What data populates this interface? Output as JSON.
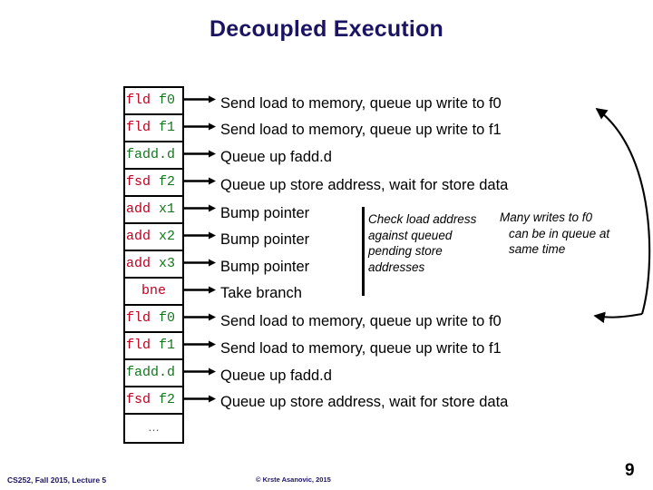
{
  "slide": {
    "title": "Decoupled Execution",
    "page_number": "9"
  },
  "footer": {
    "left": "CS252, Fall 2015, Lecture 5",
    "center": "© Krste Asanovic, 2015"
  },
  "instruction_table": {
    "rows": [
      {
        "op": "fld",
        "reg": "f0",
        "align": "left",
        "kind": "split"
      },
      {
        "op": "fld",
        "reg": "f1",
        "align": "left",
        "kind": "split"
      },
      {
        "op": "fadd.d",
        "reg": "",
        "align": "left",
        "kind": "wide"
      },
      {
        "op": "fsd",
        "reg": "f2",
        "align": "left",
        "kind": "split"
      },
      {
        "op": "add",
        "reg": "x1",
        "align": "left",
        "kind": "split"
      },
      {
        "op": "add",
        "reg": "x2",
        "align": "left",
        "kind": "split"
      },
      {
        "op": "add",
        "reg": "x3",
        "align": "left",
        "kind": "split"
      },
      {
        "op": "bne",
        "reg": "",
        "align": "center",
        "kind": "center"
      },
      {
        "op": "fld",
        "reg": "f0",
        "align": "left",
        "kind": "split"
      },
      {
        "op": "fld",
        "reg": "f1",
        "align": "left",
        "kind": "split"
      },
      {
        "op": "fadd.d",
        "reg": "",
        "align": "left",
        "kind": "wide"
      },
      {
        "op": "fsd",
        "reg": "f2",
        "align": "left",
        "kind": "split"
      },
      {
        "op": "…",
        "reg": "",
        "align": "center",
        "kind": "ellipsis"
      }
    ],
    "colors": {
      "opcode": "#C00020",
      "register": "#16761F",
      "border": "#000000"
    }
  },
  "descriptions": [
    "Send load to memory, queue up write to f0",
    "Send load to memory, queue up write to f1",
    "Queue up fadd.d",
    "Queue up store address, wait for store data",
    "Bump pointer",
    "Bump pointer",
    "Bump pointer",
    "Take branch",
    "Send load to memory, queue up write to f0",
    "Send load to memory, queue up write to f1",
    "Queue up fadd.d",
    "Queue up store address, wait for store data"
  ],
  "annotations": {
    "check_load": "Check load address against queued pending store addresses",
    "check_load_lines": [
      "Check load address",
      "against queued",
      "pending store",
      "addresses"
    ],
    "many_writes_lines": [
      "Many writes to f0",
      "can be in queue at",
      "same time"
    ]
  }
}
